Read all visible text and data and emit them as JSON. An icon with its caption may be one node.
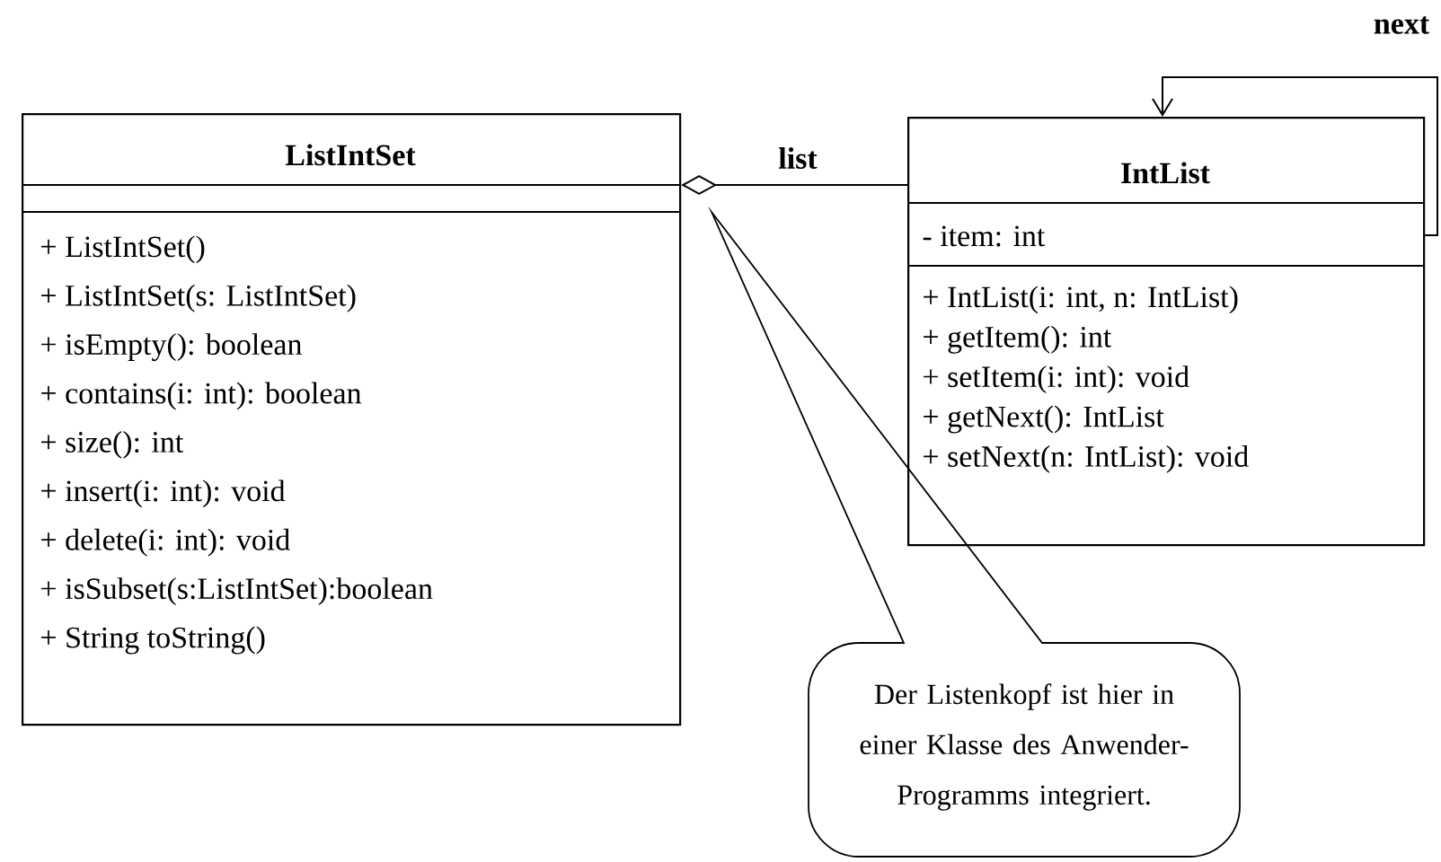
{
  "diagram": {
    "nodes": [
      {
        "text": [
          "ListIntSet",
          "+ ListIntSet()",
          "+ ListIntSet(s: ListIntSet)",
          "+ isEmpty(): boolean",
          "+ contains(i: int): boolean",
          "+ size(): int",
          "+ insert(i: int): void",
          "+ delete(i: int): void",
          "+ isSubset(s:ListIntSet):boolean",
          "+ String toString()"
        ]
      },
      {
        "text": [
          "IntList",
          "- item: int",
          "+ IntList(i: int, n: IntList)",
          "+ getItem(): int",
          "+ setItem(i: int): void",
          "+ getNext(): IntList",
          "+ setNext(n: IntList): void"
        ]
      },
      {
        "text": [
          "Der Listenkopf ist hier in einer Klasse des Anwender-Programms integriert."
        ]
      }
    ],
    "edges": [
      {
        "from": 0,
        "to": 1,
        "arrow": "other",
        "label": "list"
      },
      {
        "from": 1,
        "to": 1,
        "arrow": "to",
        "label": "next"
      }
    ]
  }
}
